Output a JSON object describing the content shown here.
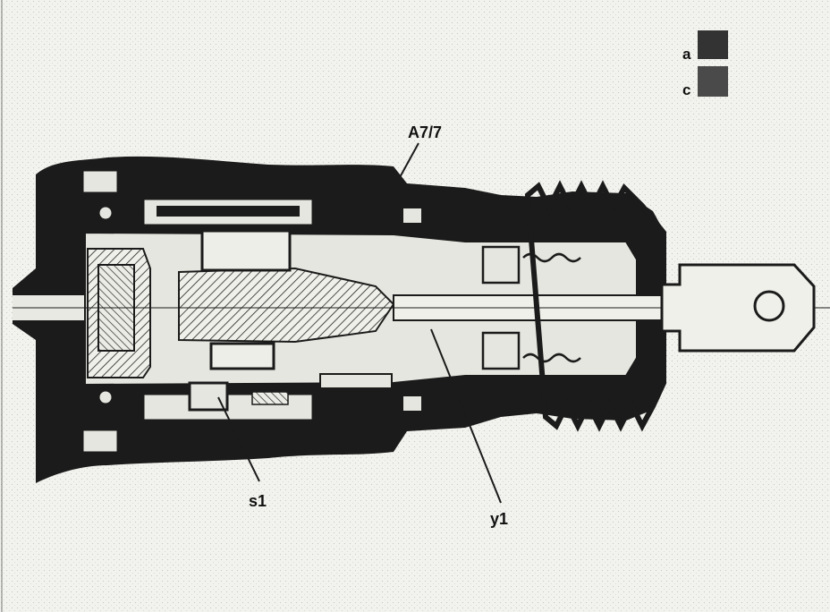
{
  "legend": {
    "items": [
      {
        "key": "a",
        "color": "#333333"
      },
      {
        "key": "c",
        "color": "#4a4a4a"
      }
    ]
  },
  "callouts": {
    "component": "A7/7",
    "switch": "s1",
    "valve": "y1"
  },
  "colors": {
    "background": "#f2f2ee",
    "solid": "#1a1a1a",
    "hatch": "#333333",
    "light": "#e9e9e4"
  }
}
